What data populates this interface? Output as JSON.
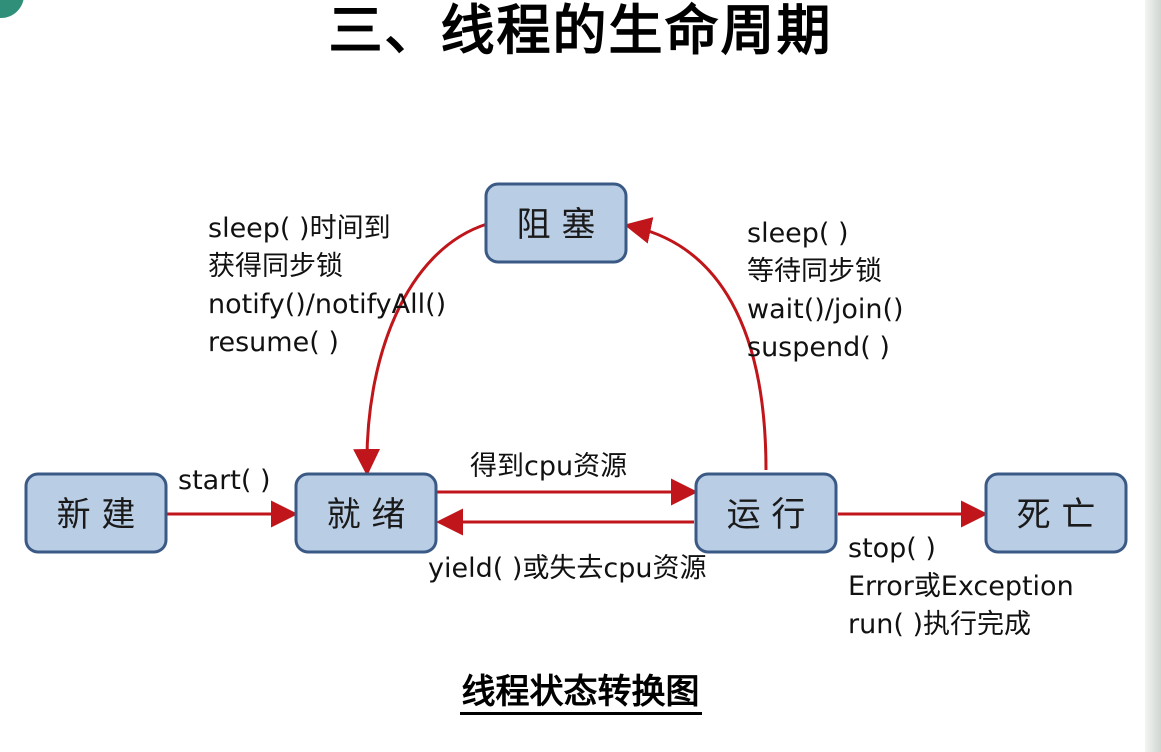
{
  "title": "三、线程的生命周期",
  "caption": "线程状态转换图",
  "colors": {
    "state_fill": "#b9cde5",
    "state_border": "#3a5a85",
    "arrow": "#c0161b"
  },
  "states": {
    "new": "新 建",
    "ready": "就 绪",
    "running": "运 行",
    "blocked": "阻 塞",
    "dead": "死 亡"
  },
  "transitions": {
    "new_to_ready": [
      "start( )"
    ],
    "ready_to_running": [
      "得到cpu资源"
    ],
    "running_to_ready": [
      "yield( )或失去cpu资源"
    ],
    "blocked_to_ready": [
      "sleep( )时间到",
      "获得同步锁",
      "notify()/notifyAll()",
      "resume( )"
    ],
    "running_to_blocked": [
      "sleep( )",
      "等待同步锁",
      "wait()/join()",
      "suspend( )"
    ],
    "running_to_dead": [
      "stop( )",
      "Error或Exception",
      "run( )执行完成"
    ]
  }
}
